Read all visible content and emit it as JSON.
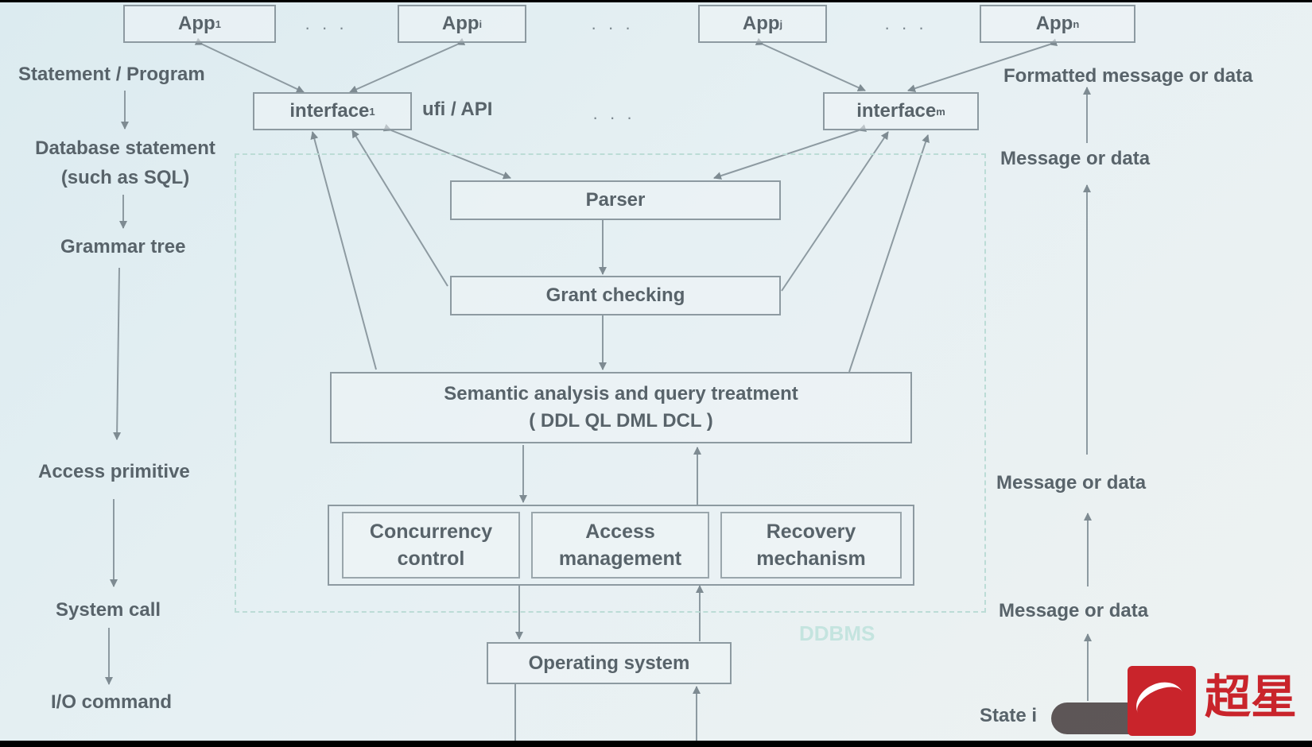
{
  "apps": [
    {
      "main": "App",
      "sub": "1"
    },
    {
      "main": "App",
      "sub": "i"
    },
    {
      "main": "App",
      "sub": "j"
    },
    {
      "main": "App",
      "sub": "n"
    }
  ],
  "interfaces": [
    {
      "main": "interface",
      "sub": "1"
    },
    {
      "main": "interface",
      "sub": "m"
    }
  ],
  "ufi_api": "ufi / API",
  "ellipsis": "· · ·",
  "parser": "Parser",
  "grant_checking": "Grant checking",
  "semantic": {
    "line1": "Semantic analysis and query treatment",
    "line2": "( DDL  QL  DML  DCL )"
  },
  "modules": [
    {
      "line1": "Concurrency",
      "line2": "control"
    },
    {
      "line1": "Access",
      "line2": "management"
    },
    {
      "line1": "Recovery",
      "line2": "mechanism"
    }
  ],
  "operating_system": "Operating system",
  "dbms_label": "DDBMS",
  "left_flow": [
    {
      "line1": "Statement / Program"
    },
    {
      "line1": "Database statement",
      "line2": "(such as SQL)"
    },
    {
      "line1": "Grammar tree"
    },
    {
      "line1": "Access primitive"
    },
    {
      "line1": "System call"
    },
    {
      "line1": "I/O command"
    }
  ],
  "right_flow": [
    {
      "line1": "Formatted message or data"
    },
    {
      "line1": "Message or data"
    },
    {
      "line1": "Message or data"
    },
    {
      "line1": "Message or data"
    },
    {
      "line1": "State i"
    }
  ],
  "logo": {
    "text": "超星",
    "color": "#c9242b"
  },
  "colors": {
    "line": "#8d9aa1",
    "text": "#58636a",
    "dashed": "#bcdcd6"
  }
}
